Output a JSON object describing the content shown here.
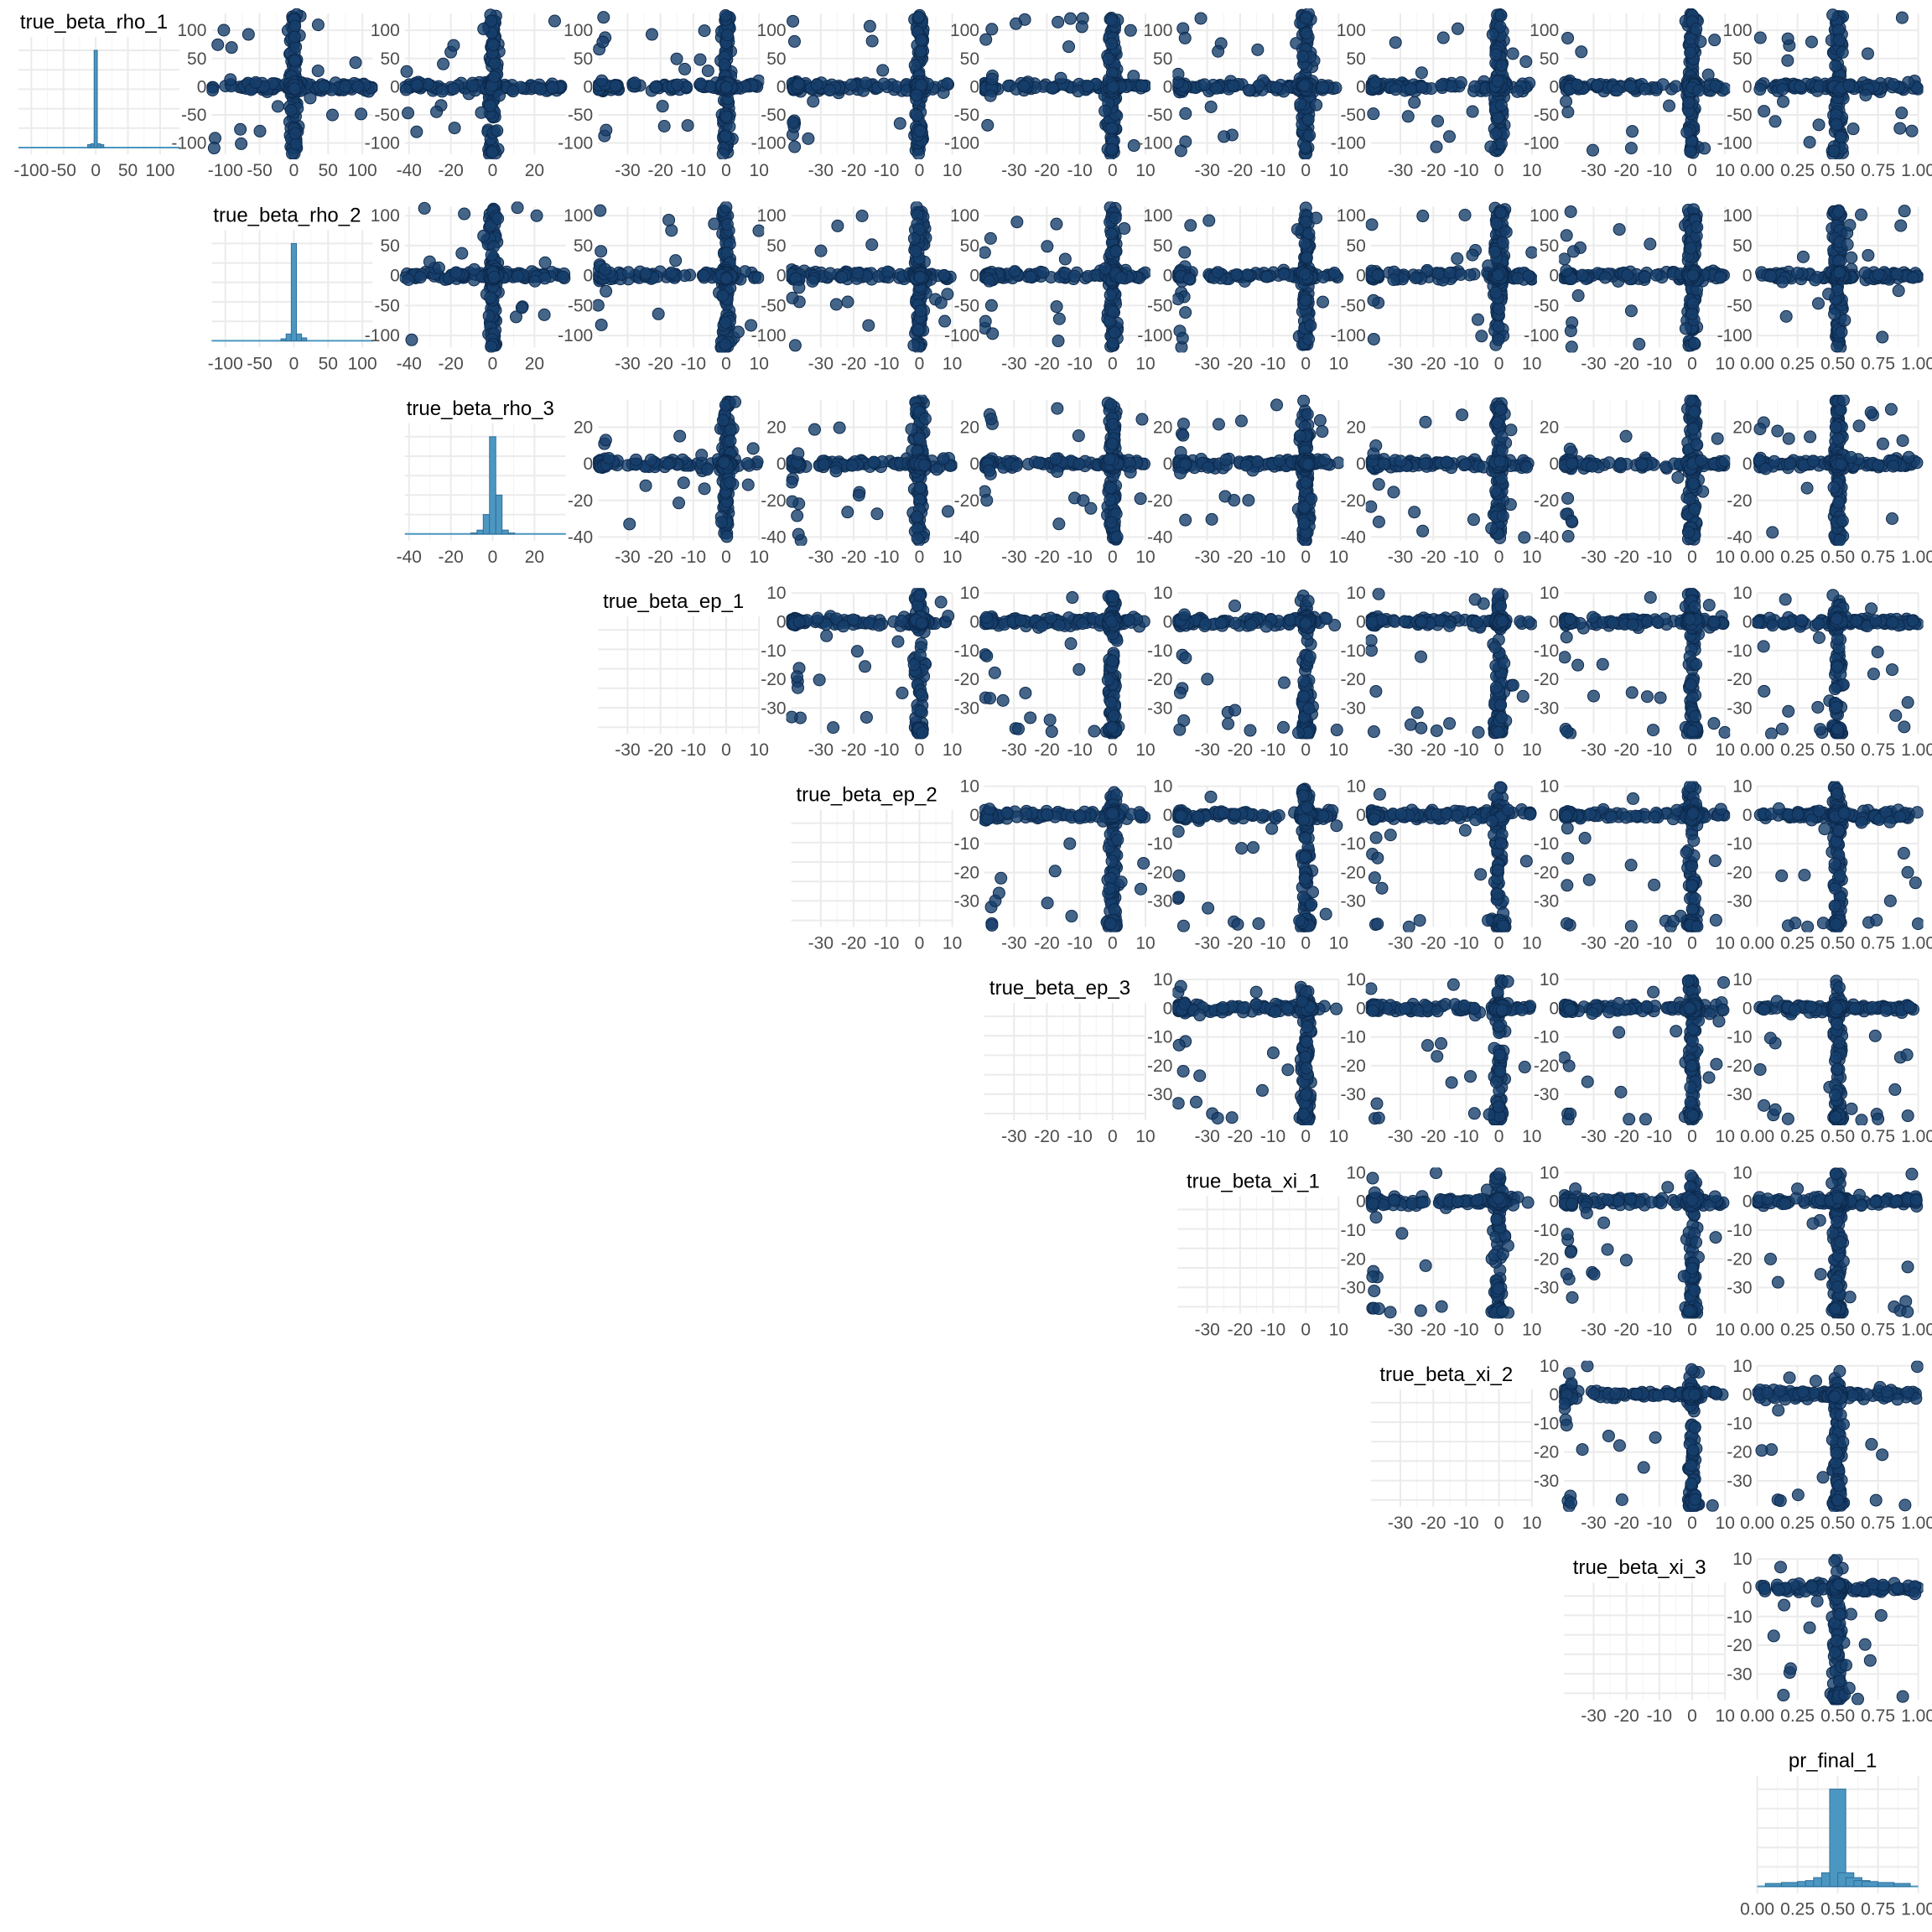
{
  "chart_data": {
    "type": "scatter-matrix",
    "layout": "upper-triangle",
    "variables": [
      "true_beta_rho_1",
      "true_beta_rho_2",
      "true_beta_rho_3",
      "true_beta_ep_1",
      "true_beta_ep_2",
      "true_beta_ep_3",
      "true_beta_xi_1",
      "true_beta_xi_2",
      "true_beta_xi_3",
      "pr_final_1"
    ],
    "axes": [
      {
        "range": [
          -120,
          130
        ],
        "ticks": [
          -100,
          -50,
          0,
          50,
          100
        ],
        "tick_labels": [
          "-100",
          "-50",
          "0",
          "50",
          "100"
        ]
      },
      {
        "range": [
          -120,
          115
        ],
        "ticks": [
          -100,
          -50,
          0,
          50,
          100
        ],
        "tick_labels": [
          "-100",
          "-50",
          "0",
          "50",
          "100"
        ]
      },
      {
        "range": [
          -42,
          35
        ],
        "ticks": [
          -40,
          -20,
          0,
          20
        ],
        "tick_labels": [
          "-40",
          "-20",
          "0",
          "20"
        ]
      },
      {
        "range": [
          -39,
          10
        ],
        "ticks": [
          -30,
          -20,
          -10,
          0,
          10
        ],
        "tick_labels": [
          "-30",
          "-20",
          "-10",
          "0",
          "10"
        ]
      },
      {
        "range": [
          -39,
          10
        ],
        "ticks": [
          -30,
          -20,
          -10,
          0,
          10
        ],
        "tick_labels": [
          "-30",
          "-20",
          "-10",
          "0",
          "10"
        ]
      },
      {
        "range": [
          -39,
          10
        ],
        "ticks": [
          -30,
          -20,
          -10,
          0,
          10
        ],
        "tick_labels": [
          "-30",
          "-20",
          "-10",
          "0",
          "10"
        ]
      },
      {
        "range": [
          -39,
          10
        ],
        "ticks": [
          -30,
          -20,
          -10,
          0,
          10
        ],
        "tick_labels": [
          "-30",
          "-20",
          "-10",
          "0",
          "10"
        ]
      },
      {
        "range": [
          -39,
          10
        ],
        "ticks": [
          -30,
          -20,
          -10,
          0,
          10
        ],
        "tick_labels": [
          "-30",
          "-20",
          "-10",
          "0",
          "10"
        ]
      },
      {
        "range": [
          -39,
          10
        ],
        "ticks": [
          -30,
          -20,
          -10,
          0,
          10
        ],
        "tick_labels": [
          "-30",
          "-20",
          "-10",
          "0",
          "10"
        ]
      },
      {
        "range": [
          0,
          1
        ],
        "ticks": [
          0,
          0.25,
          0.5,
          0.75,
          1
        ],
        "tick_labels": [
          "0.00",
          "0.25",
          "0.50",
          "0.75",
          "1.00"
        ]
      }
    ],
    "diagonal": [
      {
        "variable": "true_beta_rho_1",
        "bin_centers": [
          -10,
          -5,
          0,
          5,
          10
        ],
        "counts": [
          3,
          4,
          100,
          4,
          3
        ]
      },
      {
        "variable": "true_beta_rho_2",
        "bin_centers": [
          -15,
          -7.5,
          0,
          7.5,
          15
        ],
        "counts": [
          2,
          7,
          100,
          7,
          3
        ]
      },
      {
        "variable": "true_beta_rho_3",
        "bin_centers": [
          -9,
          -6,
          -3,
          0,
          3,
          6,
          9
        ],
        "counts": [
          1,
          4,
          20,
          100,
          40,
          4,
          1
        ]
      },
      {
        "variable": "pr_final_1",
        "bin_centers": [
          0.1,
          0.2,
          0.3,
          0.35,
          0.4,
          0.45,
          0.5,
          0.55,
          0.6,
          0.65,
          0.7,
          0.8,
          0.9
        ],
        "counts": [
          3,
          4,
          5,
          6,
          9,
          14,
          100,
          14,
          9,
          6,
          5,
          4,
          3
        ]
      }
    ],
    "series_color": "#173f6c",
    "histogram_color": "#4c97c2",
    "grid": true
  }
}
